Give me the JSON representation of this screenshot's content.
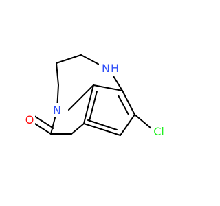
{
  "molecule": {
    "atoms": {
      "nitrogen_ring": {
        "symbol": "N",
        "color": "#3050F8"
      },
      "nitrogen_amine": {
        "symbol": "N",
        "hydrogen": "H",
        "color": "#3050F8"
      },
      "oxygen": {
        "symbol": "O",
        "color": "#FF0D0D"
      },
      "chlorine": {
        "symbol": "Cl",
        "color": "#1FF01F"
      }
    },
    "bond_color": "#000000"
  }
}
